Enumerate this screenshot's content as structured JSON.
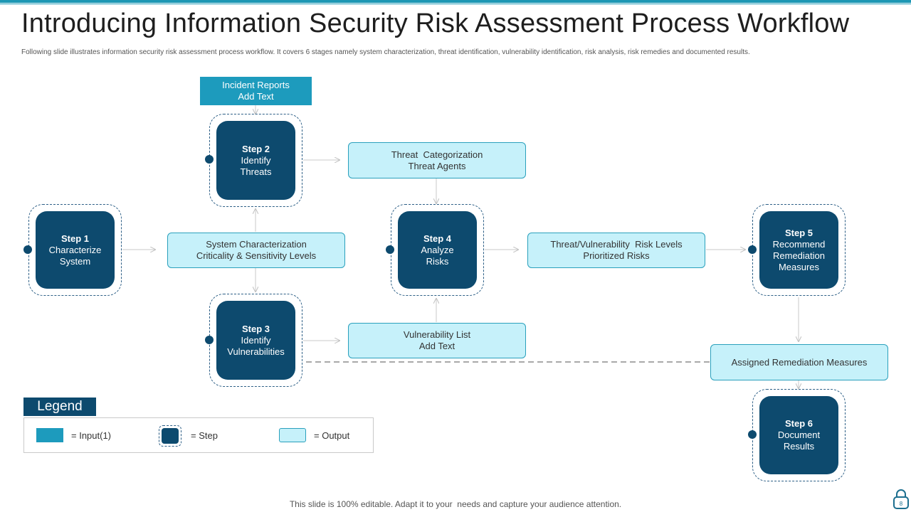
{
  "slide": {
    "title": "Introducing Information Security Risk Assessment Process Workflow",
    "subtitle": "Following slide illustrates information security risk assessment process workflow. It covers 6 stages namely system characterization, threat identification, vulnerability identification, risk analysis, risk remedies and documented results.",
    "footer": "This slide is 100% editable. Adapt it to your  needs and capture your audience attention.",
    "page_number": "8"
  },
  "steps": [
    {
      "label": "Step 1",
      "lines": [
        "Characterize",
        "System"
      ]
    },
    {
      "label": "Step 2",
      "lines": [
        "Identify",
        "Threats"
      ]
    },
    {
      "label": "Step 3",
      "lines": [
        "Identify",
        "Vulnerabilities"
      ]
    },
    {
      "label": "Step 4",
      "lines": [
        "Analyze",
        "Risks"
      ]
    },
    {
      "label": "Step 5",
      "lines": [
        "Recommend",
        "Remediation",
        "Measures"
      ]
    },
    {
      "label": "Step 6",
      "lines": [
        "Document",
        "Results"
      ]
    }
  ],
  "inputs": [
    {
      "lines": [
        "Incident Reports",
        "Add Text"
      ]
    }
  ],
  "outputs": [
    {
      "lines": [
        "System Characterization",
        "Criticality & Sensitivity Levels"
      ]
    },
    {
      "lines": [
        "Threat  Categorization",
        "Threat Agents"
      ]
    },
    {
      "lines": [
        "Vulnerability List",
        "Add Text"
      ]
    },
    {
      "lines": [
        "Threat/Vulnerability  Risk Levels",
        "Prioritized Risks"
      ]
    },
    {
      "lines": [
        "Assigned Remediation Measures"
      ]
    }
  ],
  "legend": {
    "title": "Legend",
    "input_label": "= Input(1)",
    "step_label": "= Step",
    "output_label": "= Output"
  },
  "colors": {
    "step_fill": "#0d4a6e",
    "input_fill": "#1d9bbd",
    "output_fill": "#c6f1fa",
    "output_border": "#2aa0bc",
    "accent": "#1d97b4"
  }
}
